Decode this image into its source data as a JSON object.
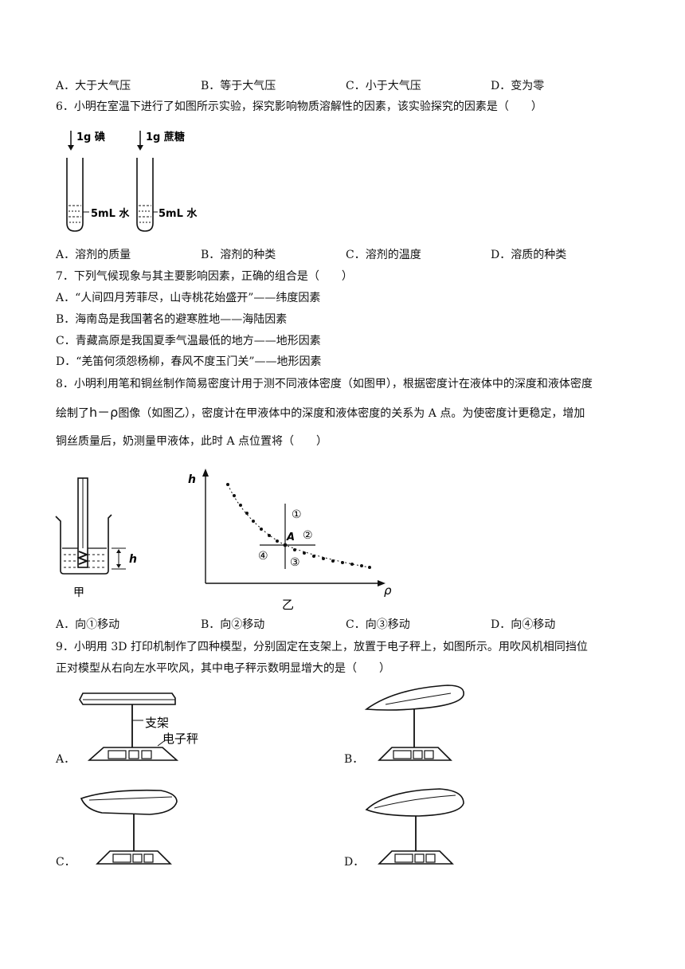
{
  "q5": {
    "options": [
      "A．大于大气压",
      "B．等于大气压",
      "C．小于大气压",
      "D．变为零"
    ]
  },
  "q6": {
    "stem": "6．小明在室温下进行了如图所示实验，探究影响物质溶解性的因素，该实验探究的因素是（　　）",
    "figure": {
      "tube1_label": "1g 碘",
      "tube2_label": "1g 蔗糖",
      "water1_label": "5mL 水",
      "water2_label": "5mL 水"
    },
    "options": [
      "A．溶剂的质量",
      "B．溶剂的种类",
      "C．溶剂的温度",
      "D．溶质的种类"
    ]
  },
  "q7": {
    "stem": "7．下列气候现象与其主要影响因素，正确的组合是（　　）",
    "options": [
      "A．“人间四月芳菲尽，山寺桃花始盛开”——纬度因素",
      "B．海南岛是我国著名的避寒胜地——海陆因素",
      "C．青藏高原是我国夏季气温最低的地方——地形因素",
      "D．“羌笛何须怨杨柳，春风不度玉门关”——地形因素"
    ]
  },
  "q8": {
    "stem_line1": "8．小明利用笔和铜丝制作简易密度计用于测不同液体密度（如图甲），根据密度计在液体中的深度和液体密度",
    "stem_line2_a": "绘制了",
    "stem_line2_math": "h－ρ",
    "stem_line2_b": "图像（如图乙），密度计在甲液体中的深度和液体密度的关系为 A 点。为使密度计更稳定，增加",
    "stem_line3": "铜丝质量后，奶测量甲液体，此时 A 点位置将（　　）",
    "figure": {
      "h_label": "h",
      "jia_label": "甲",
      "yi_label": "乙",
      "y_axis": "h",
      "x_axis": "ρ",
      "point_A": "A",
      "m1": "①",
      "m2": "②",
      "m3": "③",
      "m4": "④"
    },
    "options": [
      "A．向①移动",
      "B．向②移动",
      "C．向③移动",
      "D．向④移动"
    ]
  },
  "q9": {
    "stem_line1": "9．小明用 3D 打印机制作了四种模型，分别固定在支架上，放置于电子秤上，如图所示。用吹风机相同挡位",
    "stem_line2": "正对模型从右向左水平吹风，其中电子秤示数明显增大的是（　　）",
    "figure": {
      "stand_label": "支架",
      "scale_label": "电子秤"
    },
    "options": [
      "A．",
      "B．",
      "C．",
      "D．"
    ]
  }
}
